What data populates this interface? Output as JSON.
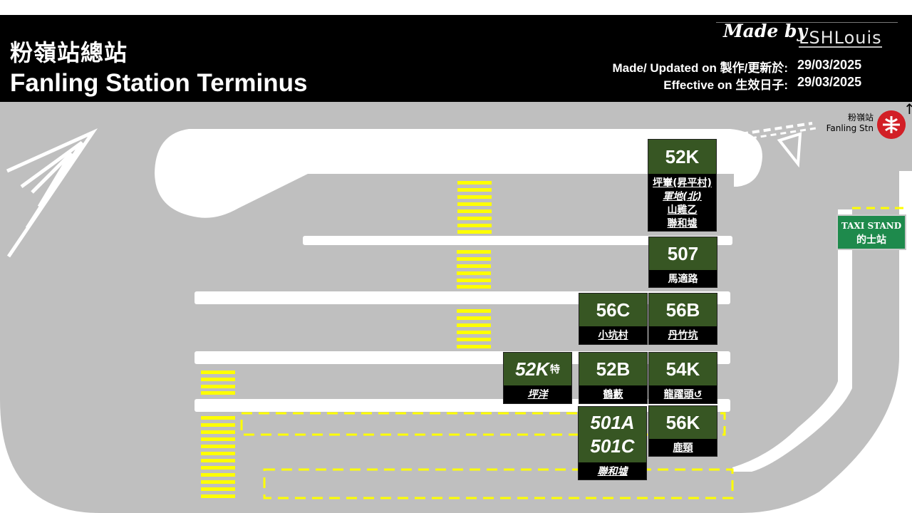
{
  "header": {
    "title_zh": "粉嶺站總站",
    "title_en": "Fanling Station Terminus",
    "made_by_label": "Made by",
    "author": "LSHLouis",
    "updated_label": "Made/ Updated on 製作/更新於:",
    "updated_date": "29/03/2025",
    "effective_label": "Effective on 生效日子:",
    "effective_date": "29/03/2025"
  },
  "map": {
    "station_zh": "粉嶺站",
    "station_en": "Fanling Stn",
    "taxi_en": "TAXI STAND",
    "taxi_zh": "的士站",
    "colors": {
      "route_bg": "#375623",
      "road": "#bfbfbf",
      "crossing": "#ffff00",
      "mtr": "#d21f26"
    }
  },
  "stops": [
    {
      "route": "52K",
      "dest": [
        "坪輋(昇平村)",
        "軍地(北)",
        "山雞乙",
        "聯和墟"
      ]
    },
    {
      "route": "507",
      "dest": [
        "馬適路"
      ]
    },
    {
      "route": "56C",
      "dest": [
        "小坑村"
      ]
    },
    {
      "route": "56B",
      "dest": [
        "丹竹坑"
      ]
    },
    {
      "route": "52K",
      "sup": "特",
      "dest": [
        "坪洋"
      ]
    },
    {
      "route": "52B",
      "dest": [
        "鶴藪"
      ]
    },
    {
      "route": "54K",
      "dest": [
        "龍躍頭↺"
      ]
    },
    {
      "route": "501A",
      "route2": "501C",
      "dest": [
        "聯和墟"
      ]
    },
    {
      "route": "56K",
      "dest": [
        "鹿頸"
      ]
    }
  ]
}
